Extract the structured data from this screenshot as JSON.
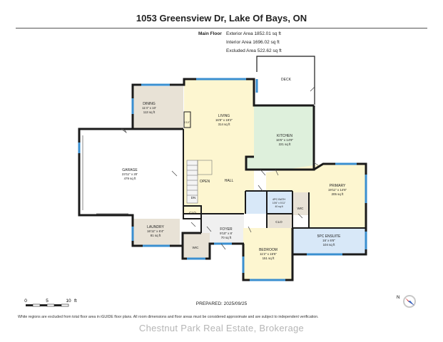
{
  "title": "1053 Greensview Dr, Lake Of Bays, ON",
  "area_summary": {
    "label": "Main Floor",
    "rows": [
      "Exterior Area 1852.01 sq ft",
      "Interior Area 1696.02 sq ft",
      "Excluded Area 522.62 sq ft"
    ]
  },
  "rooms": {
    "deck": {
      "name": "DECK"
    },
    "dining": {
      "name": "DINING",
      "dims": "11'4\" x 10'",
      "area": "113 sq ft"
    },
    "living": {
      "name": "LIVING",
      "dims": "16'8\" x 19'2\"",
      "area": "314 sq ft"
    },
    "kitchen": {
      "name": "KITCHEN",
      "dims": "16'6\" x 14'9\"",
      "area": "221 sq ft"
    },
    "garage": {
      "name": "GARAGE",
      "dims": "23'11\" x 20'",
      "area": "479 sq ft"
    },
    "primary": {
      "name": "PRIMARY",
      "dims": "19'11\" x 14'6\"",
      "area": "205 sq ft"
    },
    "bath4": {
      "name": "4PC BATH",
      "dims": "10'6\" x 5'11\"",
      "area": "40 sq ft"
    },
    "wic_primary": {
      "name": "WIC"
    },
    "clo_bed": {
      "name": "CLO"
    },
    "ensuite": {
      "name": "5PC ENSUITE",
      "dims": "16' x 6'6\"",
      "area": "104 sq ft"
    },
    "laundry": {
      "name": "LAUNDRY",
      "dims": "16'11\" x 6'4\"",
      "area": "81 sq ft"
    },
    "clo_laundry": {
      "name": "CLO"
    },
    "foyer": {
      "name": "FOYER",
      "dims": "9'10\" x 8'",
      "area": "70 sq ft"
    },
    "wic_laundry": {
      "name": "WIC"
    },
    "bedroom": {
      "name": "BEDROOM",
      "dims": "11'2\" x 15'5\"",
      "area": "151 sq ft"
    },
    "hall": {
      "name": "HALL"
    },
    "open": {
      "name": "OPEN"
    },
    "dn": {
      "name": "DN"
    },
    "small_closet": {
      "name": "1'10\""
    }
  },
  "scale_bar": {
    "labels": [
      "0",
      "5",
      "10"
    ],
    "unit": "ft"
  },
  "prepared": "PREPARED: 2025/09/25",
  "disclaimer": "White regions are excluded from total floor area in iGUIDE floor plans. All room dimensions and floor areas must be considered approximate and are subject to independent verification.",
  "watermark": "Chestnut Park Real Estate, Brokerage",
  "compass": {
    "label": "N"
  },
  "colors": {
    "wall": "#1a1a1a",
    "window": "#3a8fd0",
    "yellow": "#fdf6d0",
    "beige": "#e8e2d6",
    "green": "#def0dc",
    "blue": "#d8e8f8",
    "grey": "#f0f0f0"
  }
}
